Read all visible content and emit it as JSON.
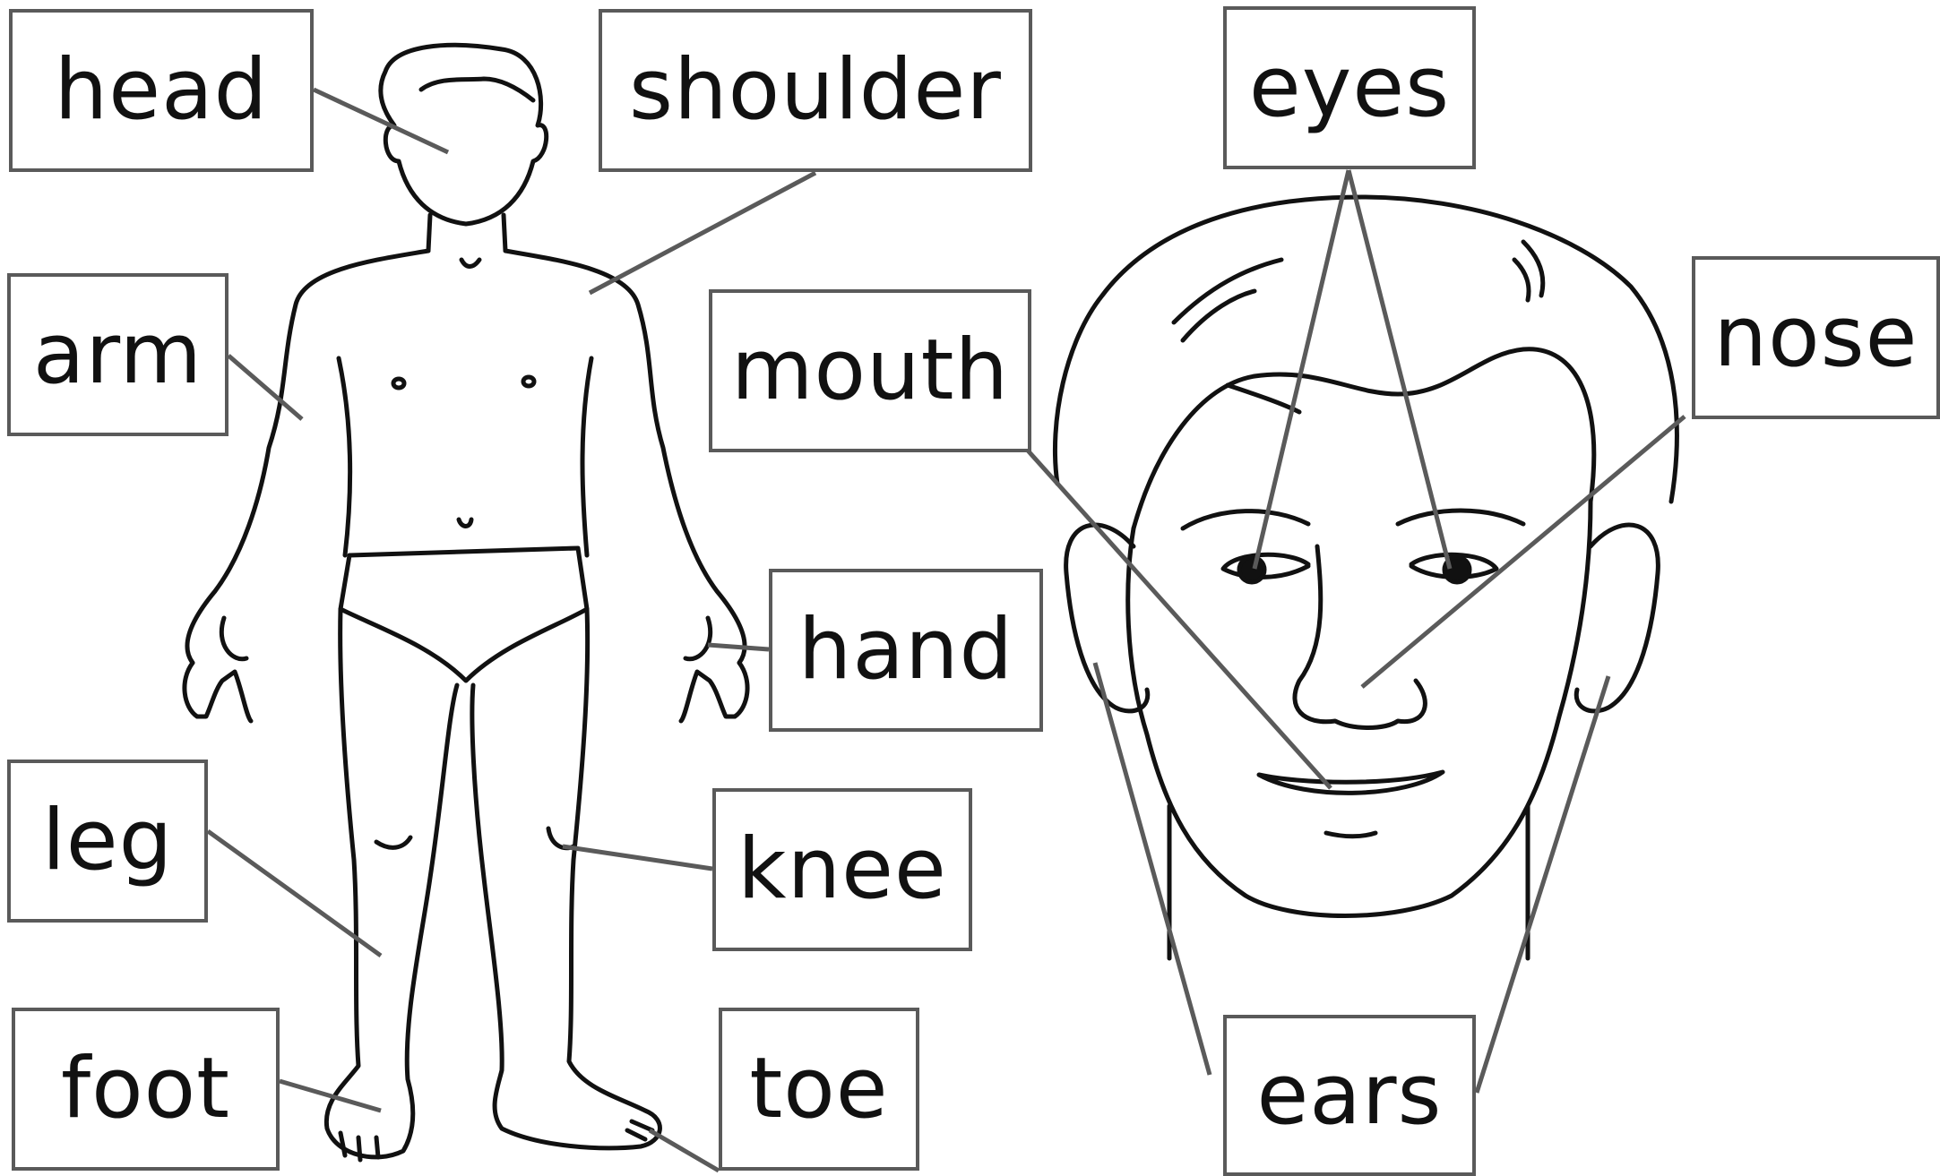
{
  "colors": {
    "border": "#5a5a5a",
    "line": "#5a5a5a",
    "drawing": "#111111",
    "background": "#ffffff"
  },
  "labels": {
    "head": "head",
    "shoulder": "shoulder",
    "arm": "arm",
    "mouth": "mouth",
    "hand": "hand",
    "leg": "leg",
    "knee": "knee",
    "foot": "foot",
    "toe": "toe",
    "eyes": "eyes",
    "nose": "nose",
    "ears": "ears"
  }
}
